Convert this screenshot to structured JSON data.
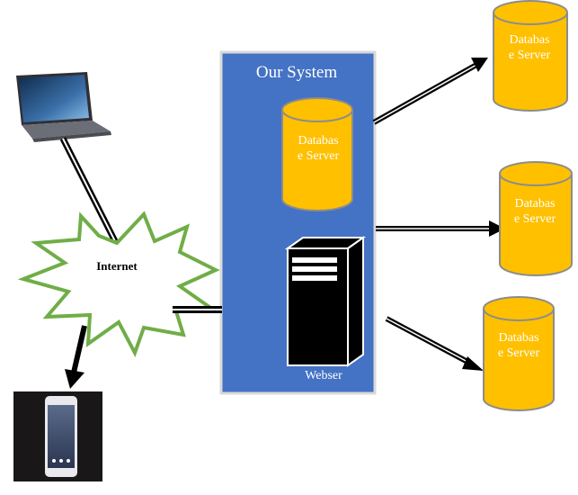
{
  "system": {
    "title": "Our System",
    "db_label_line1": "Databas",
    "db_label_line2": "e Server",
    "webserver_label": "Webser"
  },
  "internet": {
    "label": "Internet"
  },
  "external_dbs": [
    {
      "line1": "Databas",
      "line2": "e Server"
    },
    {
      "line1": "Databas",
      "line2": "e Server"
    },
    {
      "line1": "Databas",
      "line2": "e Server"
    }
  ],
  "colors": {
    "system_box": "#4472C4",
    "db_fill": "#FFC000",
    "db_stroke": "#8C8C8C",
    "burst_stroke": "#70AD47",
    "arrow": "#000000"
  },
  "icons": {
    "laptop": "laptop-icon",
    "phone": "smartphone-icon",
    "server": "server-tower-icon",
    "database": "database-cylinder-icon"
  }
}
